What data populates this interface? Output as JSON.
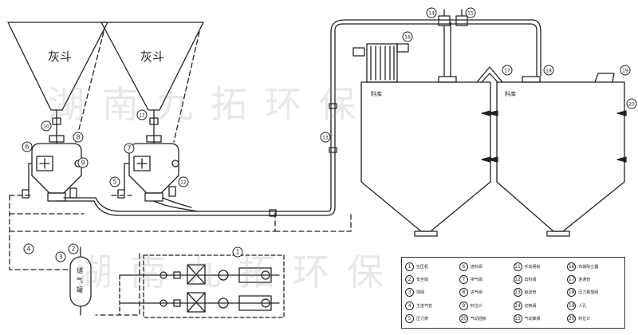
{
  "hoppers": [
    {
      "label": "灰斗"
    },
    {
      "label": "灰斗"
    }
  ],
  "silos": [
    {
      "label": "料库"
    },
    {
      "label": "料库"
    }
  ],
  "air_tank": {
    "label": "储气罐"
  },
  "callouts": [
    "1",
    "2",
    "3",
    "4",
    "5",
    "6",
    "7",
    "8",
    "9",
    "10",
    "11",
    "12",
    "13",
    "14",
    "15",
    "16",
    "17",
    "18",
    "19",
    "20"
  ],
  "legend": [
    {
      "num": "1",
      "text": "空压机"
    },
    {
      "num": "6",
      "text": "进料阀"
    },
    {
      "num": "11",
      "text": "手动闸板"
    },
    {
      "num": "16",
      "text": "布袋除尘器"
    },
    {
      "num": "2",
      "text": "安全阀"
    },
    {
      "num": "7",
      "text": "排气阀"
    },
    {
      "num": "12",
      "text": "出料阀"
    },
    {
      "num": "17",
      "text": "连通管"
    },
    {
      "num": "3",
      "text": "球阀"
    },
    {
      "num": "8",
      "text": "进气阀"
    },
    {
      "num": "13",
      "text": "输送管"
    },
    {
      "num": "18",
      "text": "压力释放阀"
    },
    {
      "num": "4",
      "text": "主进气管"
    },
    {
      "num": "9",
      "text": "料位计"
    },
    {
      "num": "14",
      "text": "切换阀"
    },
    {
      "num": "19",
      "text": "人孔"
    },
    {
      "num": "5",
      "text": "压力表"
    },
    {
      "num": "10",
      "text": "气动插板"
    },
    {
      "num": "15",
      "text": "气动蝶阀"
    },
    {
      "num": "20",
      "text": "料位计"
    }
  ],
  "watermark": {
    "line1": "湖南九拓环保",
    "line2": "湖南九拓环保"
  }
}
